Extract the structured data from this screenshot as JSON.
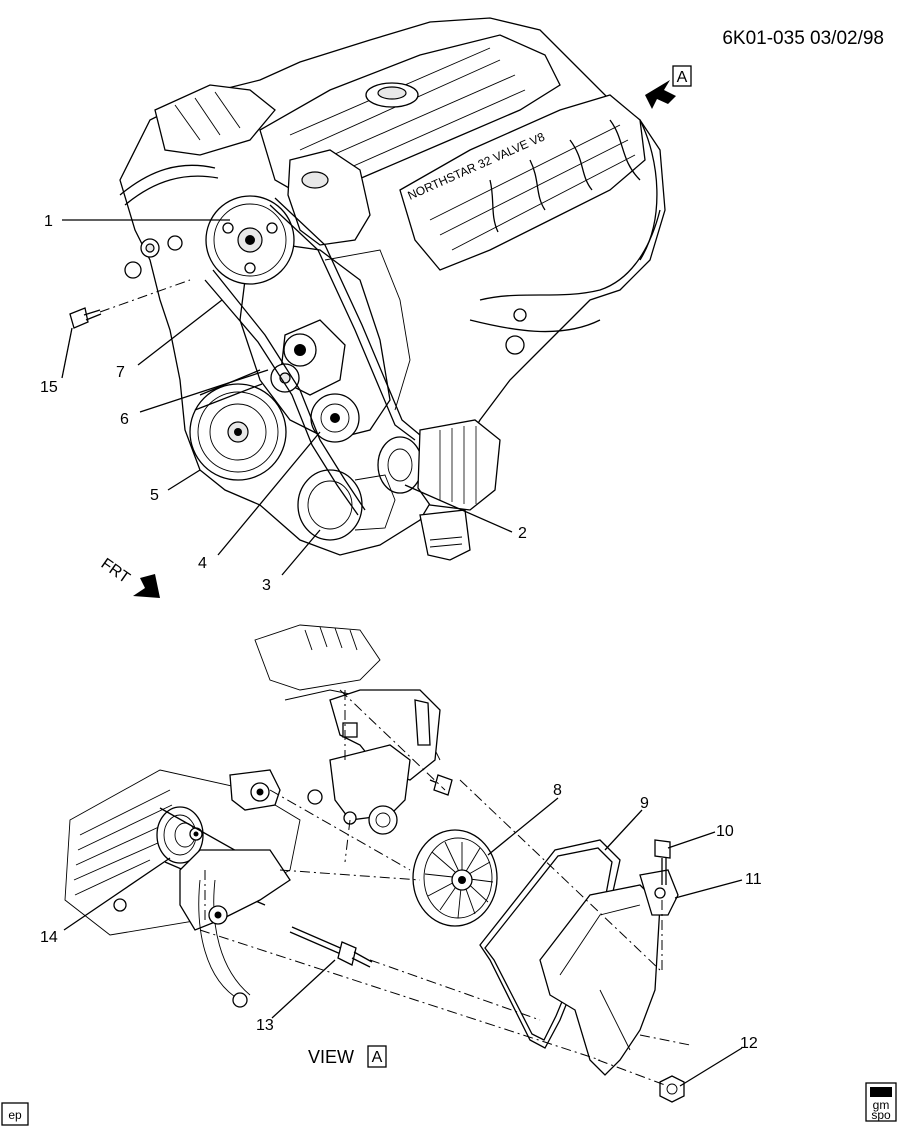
{
  "header": {
    "doc_code": "6K01-035  03/02/98"
  },
  "view_a_marker": {
    "letter": "A"
  },
  "front_marker": {
    "text": "FRT"
  },
  "view_label": {
    "text": "VIEW",
    "letter": "A"
  },
  "engine_text": "NORTHSTAR 32 VALVE V8",
  "callouts": [
    {
      "id": "1",
      "text": "1"
    },
    {
      "id": "2",
      "text": "2"
    },
    {
      "id": "3",
      "text": "3"
    },
    {
      "id": "4",
      "text": "4"
    },
    {
      "id": "5",
      "text": "5"
    },
    {
      "id": "6",
      "text": "6"
    },
    {
      "id": "7",
      "text": "7"
    },
    {
      "id": "8",
      "text": "8"
    },
    {
      "id": "9",
      "text": "9"
    },
    {
      "id": "10",
      "text": "10"
    },
    {
      "id": "11",
      "text": "11"
    },
    {
      "id": "12",
      "text": "12"
    },
    {
      "id": "13",
      "text": "13"
    },
    {
      "id": "14",
      "text": "14"
    },
    {
      "id": "15",
      "text": "15"
    }
  ],
  "corner_tag": {
    "text": "ep"
  },
  "gm_logo": {
    "line1": "gm",
    "line2": "spo"
  }
}
